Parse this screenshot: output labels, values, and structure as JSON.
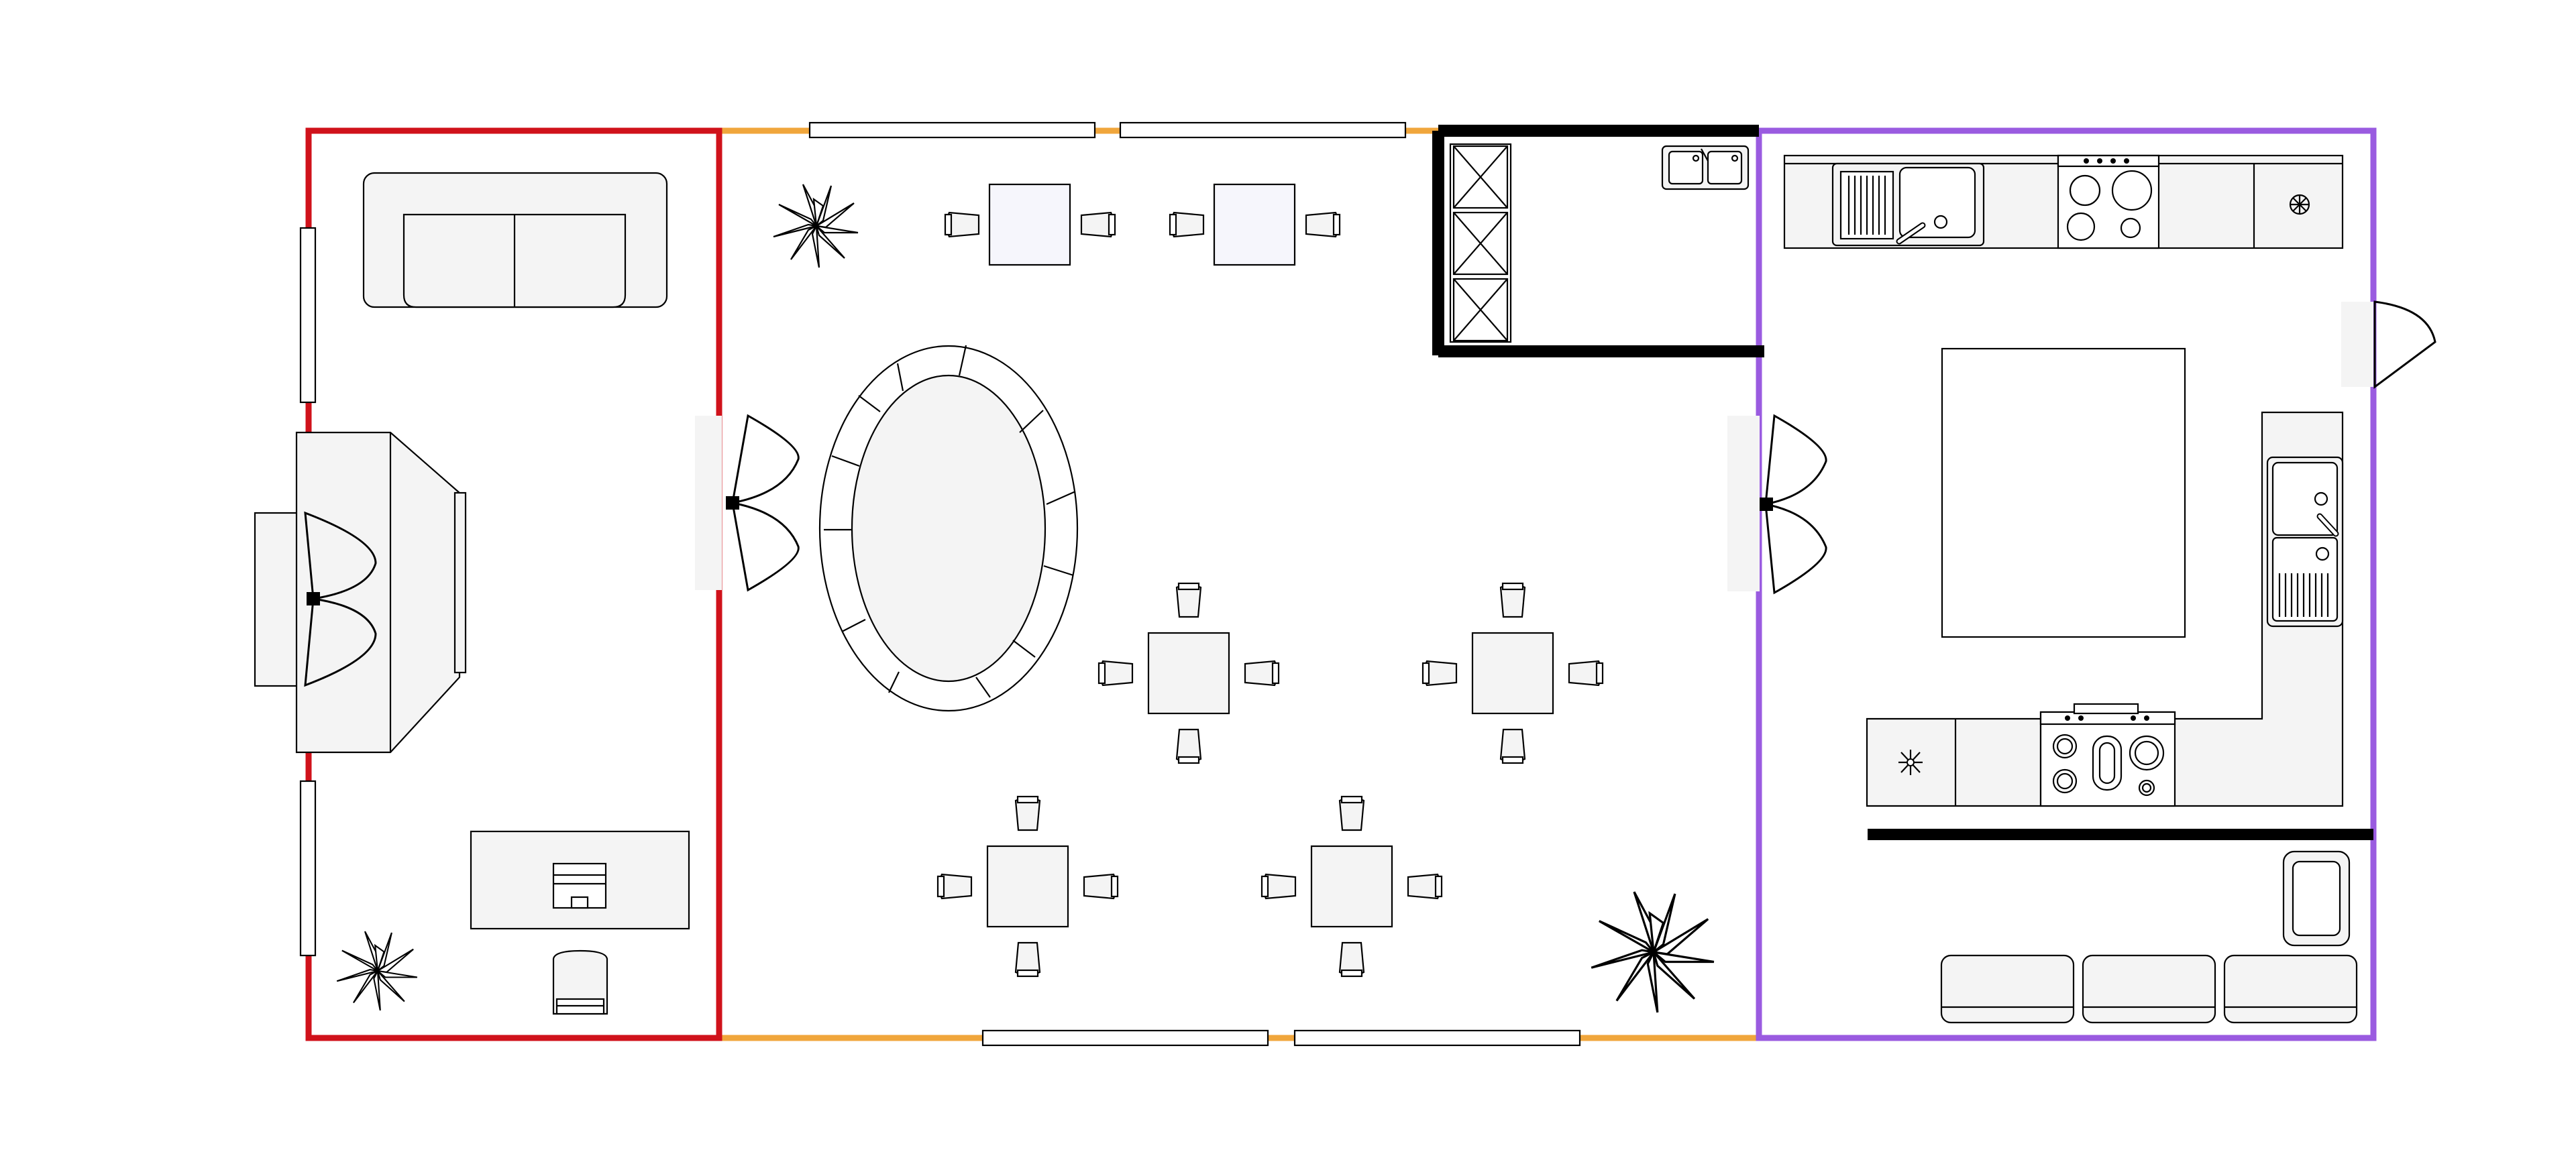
{
  "colors": {
    "office_wall": "#d0121b",
    "dining_wall": "#f0a63c",
    "kitchen_wall": "#9a5be0",
    "storage_wall": "#000000",
    "fixture_fill": "#f4f4f4",
    "line": "#000000",
    "table_fill": "#f6f6fc"
  },
  "rooms": [
    {
      "id": "office",
      "wall_color": "#d0121b"
    },
    {
      "id": "dining",
      "wall_color": "#f0a63c"
    },
    {
      "id": "storage",
      "wall_color": "#000000"
    },
    {
      "id": "kitchen",
      "wall_color": "#9a5be0"
    }
  ],
  "icons": [
    "sofa-icon",
    "fireplace-icon",
    "desk-icon",
    "computer-icon",
    "office-chair-icon",
    "plant-icon",
    "window-icon",
    "double-door-icon",
    "single-door-icon",
    "oval-table-icon",
    "square-table-icon",
    "chair-icon",
    "shelving-icon",
    "sink-icon",
    "cooktop-icon",
    "kitchen-island-icon",
    "fan-icon",
    "bench-seat-icon",
    "armchair-icon"
  ]
}
